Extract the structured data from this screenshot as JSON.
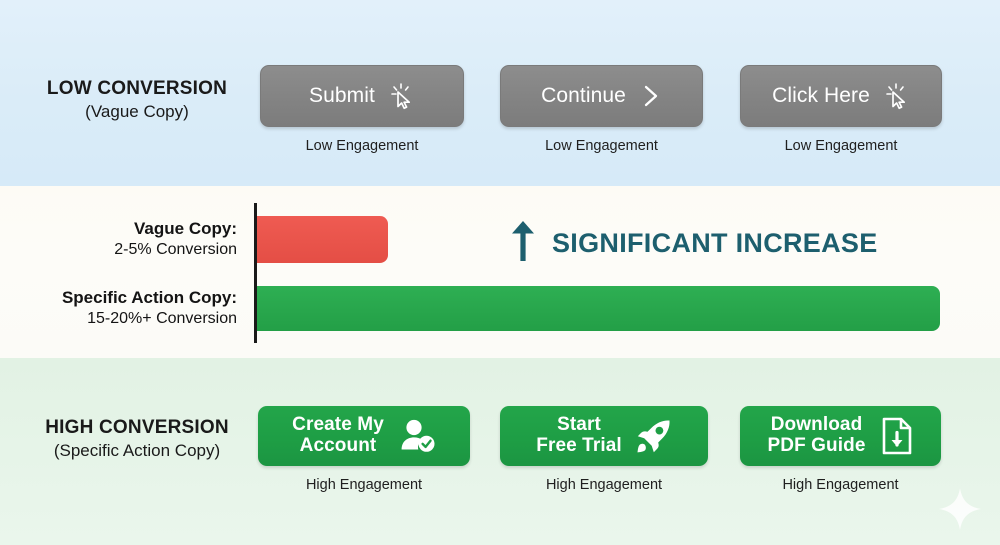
{
  "sections": {
    "low": {
      "title": "LOW CONVERSION",
      "subtitle": "(Vague Copy)",
      "background_color": "#d9ecf8",
      "buttons": [
        {
          "label": "Submit",
          "note": "Low Engagement",
          "icon": "click-cursor-icon"
        },
        {
          "label": "Continue",
          "note": "Low Engagement",
          "icon": "chevron-right-icon"
        },
        {
          "label": "Click Here",
          "note": "Low Engagement",
          "icon": "click-cursor-icon"
        }
      ],
      "button_color": "#848484"
    },
    "high": {
      "title": "HIGH CONVERSION",
      "subtitle": "(Specific Action Copy)",
      "background_color": "#e6f4e8",
      "buttons": [
        {
          "line1": "Create My",
          "line2": "Account",
          "note": "High Engagement",
          "icon": "user-check-icon"
        },
        {
          "line1": "Start",
          "line2": "Free Trial",
          "note": "High Engagement",
          "icon": "rocket-icon"
        },
        {
          "line1": "Download",
          "line2": "PDF Guide",
          "note": "High Engagement",
          "icon": "file-download-icon"
        }
      ],
      "button_color": "#1e9e45"
    },
    "middle": {
      "background_color": "#fdfbf6",
      "callout": {
        "text": "SIGNIFICANT INCREASE",
        "icon": "arrow-up-icon",
        "color": "#1d5f6e"
      }
    }
  },
  "chart_data": {
    "type": "bar",
    "orientation": "horizontal",
    "title": "",
    "xlabel": "",
    "ylabel": "",
    "categories": [
      "Vague Copy",
      "Specific Action Copy"
    ],
    "bars": [
      {
        "label": "Vague Copy:",
        "value_text": "2-5% Conversion",
        "value_min": 2,
        "value_max": 5,
        "plotted_value": 5,
        "color": "#e9544b"
      },
      {
        "label": "Specific Action Copy:",
        "value_text": "15-20%+ Conversion",
        "value_min": 15,
        "value_max": 20,
        "plotted_value": 26,
        "color": "#28a64c"
      }
    ],
    "xlim": [
      0,
      26
    ],
    "grid": false,
    "legend": null,
    "unit": "% Conversion"
  }
}
